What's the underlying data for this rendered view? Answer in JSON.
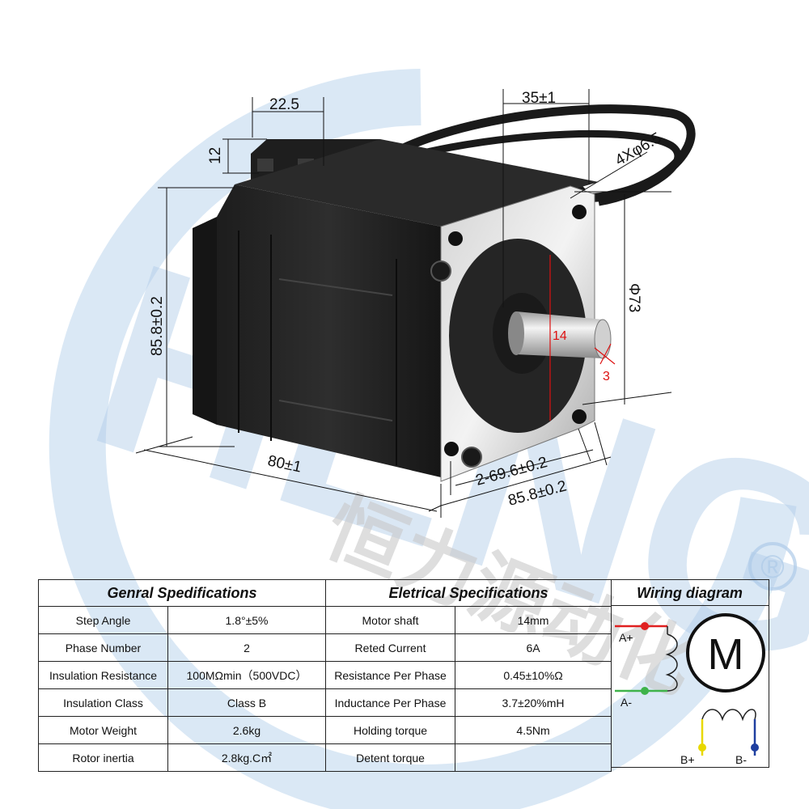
{
  "brand": {
    "watermark_letters": "HENG",
    "watermark_chinese": "恒力源动化",
    "registered_mark": "®",
    "watermark_color": "#aecbe8"
  },
  "dimensions": {
    "connector_width": "22.5",
    "connector_height": "12",
    "shaft_length": "35±1",
    "mount_hole": "4Xφ6.5",
    "body_height": "85.8±0.2",
    "pilot_diameter": "Φ73",
    "shaft_diameter": "14",
    "flat_depth": "3",
    "body_length": "80±1",
    "hole_spacing": "2-69.6±0.2",
    "flange_width": "85.8±0.2"
  },
  "table": {
    "general_title": "Genral Spedifications",
    "electrical_title": "Eletrical Specifications",
    "rows": [
      {
        "g_label": "Step Angle",
        "g_value": "1.8°±5%",
        "e_label": "Motor shaft",
        "e_value": "14mm"
      },
      {
        "g_label": "Phase Number",
        "g_value": "2",
        "e_label": "Reted Current",
        "e_value": "6A"
      },
      {
        "g_label": "Insulation Resistance",
        "g_value": "100MΩmin（500VDC）",
        "e_label": "Resistance Per Phase",
        "e_value": "0.45±10%Ω"
      },
      {
        "g_label": "Insulation Class",
        "g_value": "Class B",
        "e_label": "Inductance Per Phase",
        "e_value": "3.7±20%mH"
      },
      {
        "g_label": "Motor Weight",
        "g_value": "2.6kg",
        "e_label": "Holding torque",
        "e_value": "4.5Nm"
      },
      {
        "g_label": "Rotor inertia",
        "g_value": "2.8kg.C㎡",
        "e_label": "Detent torque",
        "e_value": ""
      }
    ]
  },
  "wiring": {
    "title": "Wiring diagram",
    "motor_letter": "M",
    "a_plus": "A+",
    "a_minus": "A-",
    "b_plus": "B+",
    "b_minus": "B-",
    "colors": {
      "a_plus": "#e02020",
      "a_minus": "#3fb34a",
      "b_plus": "#e8d800",
      "b_minus": "#1f3fa0"
    }
  }
}
